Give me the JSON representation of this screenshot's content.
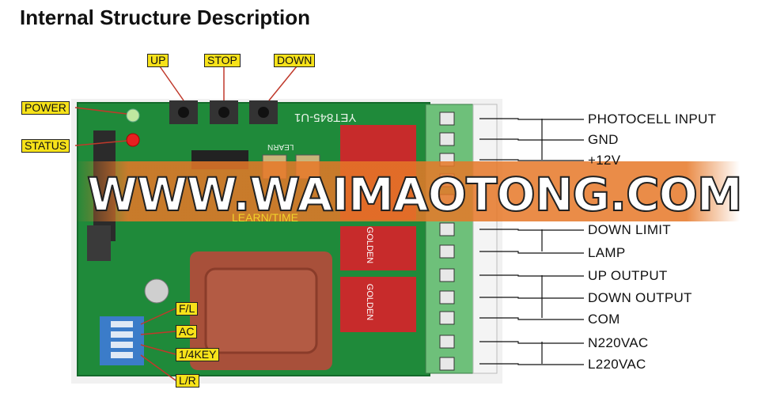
{
  "title": "Internal Structure Description",
  "top_buttons": [
    "UP",
    "STOP",
    "DOWN"
  ],
  "left_indicators": [
    "POWER",
    "STATUS"
  ],
  "bottom_switches": [
    "F/L",
    "AC",
    "1/4KEY",
    "L/R"
  ],
  "terminals": [
    "PHOTOCELL INPUT",
    "GND",
    "+12V",
    "DOWN LIMIT",
    "LAMP",
    "UP OUTPUT",
    "DOWN OUTPUT",
    "COM",
    "N220VAC",
    "L220VAC"
  ],
  "board": {
    "model": "YET845-U1",
    "learn": "LEARN",
    "learn_time": "LEARN/TIME",
    "relay_brand": "GOLDEN"
  },
  "watermark": "WWW.WAIMAOTONG.COM",
  "colors": {
    "pcb": "#1f8a3a",
    "tag": "#f7e21a",
    "transformer": "#a8503a",
    "terminal_block": "#6ec07a",
    "watermark_band": "#e6782a"
  }
}
